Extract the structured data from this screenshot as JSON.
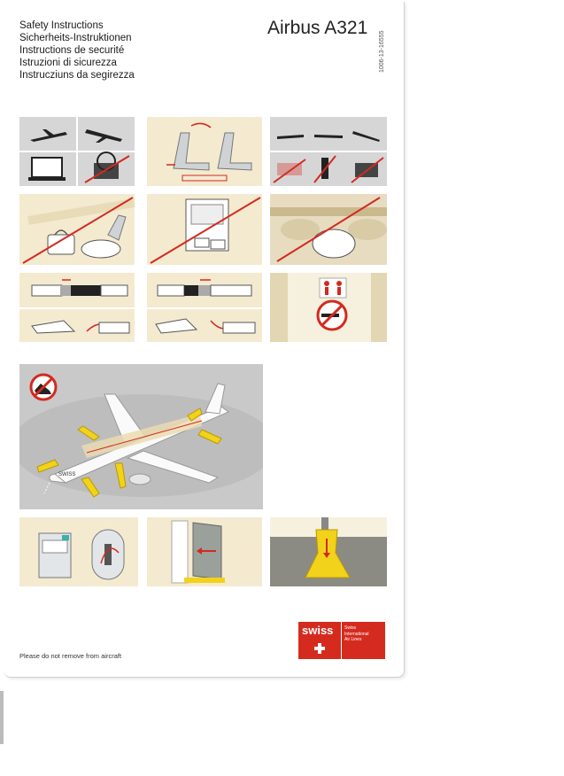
{
  "header": {
    "titles": [
      "Safety Instructions",
      "Sicherheits-Instruktionen",
      "Instructions de securité",
      "Istruzioni di sicurezza",
      "Instrucziuns da segirezza"
    ],
    "aircraft_model": "Airbus A321",
    "document_code": "1006-13-16555"
  },
  "footer": {
    "notice": "Please do not remove from aircraft"
  },
  "logo": {
    "brand": "swiss",
    "tagline_lines": [
      "Swiss",
      "International",
      "Air Lines"
    ]
  },
  "aircraft_fuselage_text": "SWISS",
  "colors": {
    "panel_grey": "#d6d6d6",
    "panel_beige": "#f3ead0",
    "prohibition_red": "#d32a1f",
    "slide_yellow": "#f2d21a",
    "brand_red": "#d52b1e",
    "diagram_bg": "#c9c9c9"
  }
}
